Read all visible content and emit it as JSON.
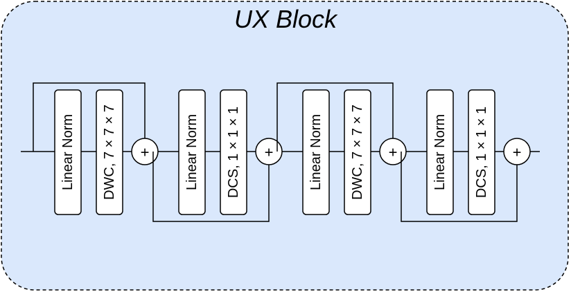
{
  "diagram": {
    "title": "UX Block",
    "colors": {
      "container_fill": "#dae8fc",
      "stroke": "#000000",
      "box_fill": "#ffffff"
    },
    "stages": [
      {
        "norm_label": "Linear Norm",
        "conv_label": "DWC, 7 × 7 × 7",
        "add_symbol": "+",
        "skip": "above"
      },
      {
        "norm_label": "Linear Norm",
        "conv_label": "DCS, 1 × 1 × 1",
        "add_symbol": "+",
        "skip": "below"
      },
      {
        "norm_label": "Linear Norm",
        "conv_label": "DWC, 7 × 7 × 7",
        "add_symbol": "+",
        "skip": "above"
      },
      {
        "norm_label": "Linear Norm",
        "conv_label": "DCS, 1 × 1 × 1",
        "add_symbol": "+",
        "skip": "below"
      }
    ]
  }
}
